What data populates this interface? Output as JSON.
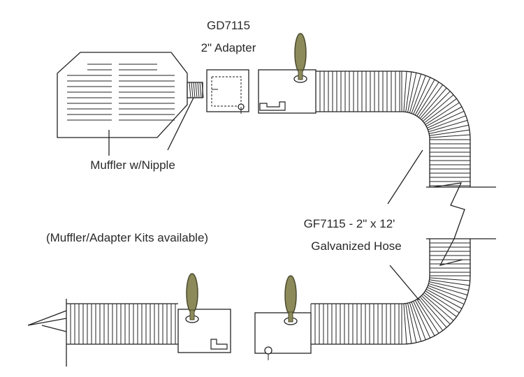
{
  "labels": {
    "adapter_part": "GD7115",
    "adapter_name": "2\" Adapter",
    "muffler": "Muffler w/Nipple",
    "kits": "(Muffler/Adapter Kits available)",
    "hose_part": "GF7115 - 2\" x 12'",
    "hose_name": "Galvanized Hose"
  },
  "colors": {
    "line": "#222222",
    "handle": "#8c8a5a",
    "handle_outline": "#4a4a2e",
    "text": "#2a2a2a"
  }
}
